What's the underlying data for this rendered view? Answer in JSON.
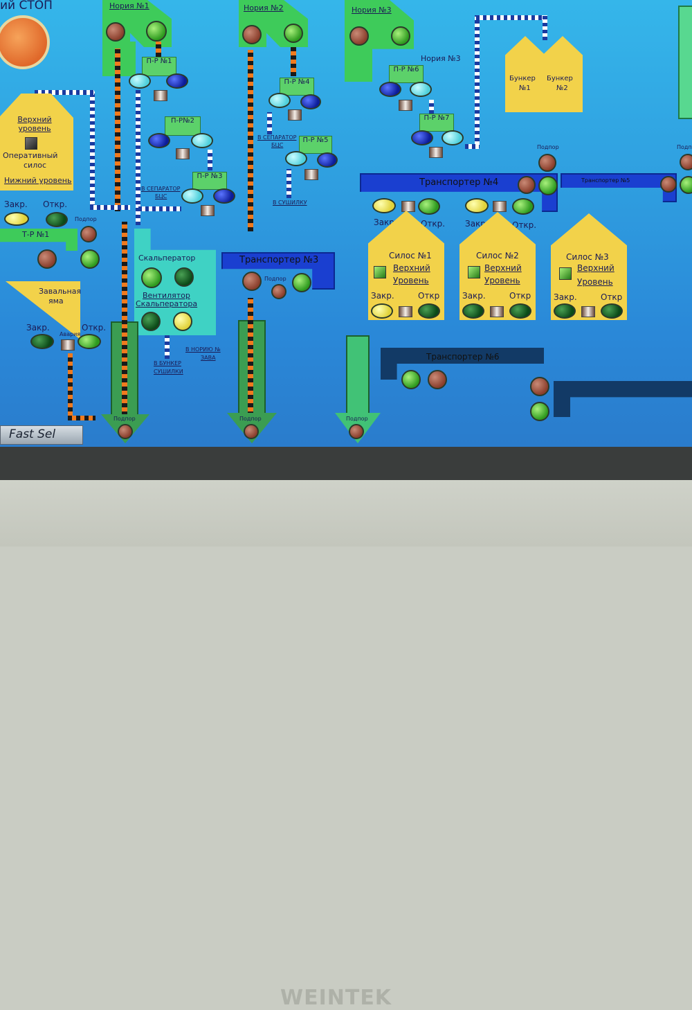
{
  "screen": {
    "stop_label": "ий СТОП",
    "fast_sel": "Fast Sel",
    "brand": "WEINTEK"
  },
  "elevators": {
    "n1": "Нория №1",
    "n2": "Нория №2",
    "n3": "Нория №3",
    "n3b": "Нория №3"
  },
  "distributors": {
    "p1": "П-Р №1",
    "p2": "П-Р№2",
    "p3": "П-Р №3",
    "p4": "П-Р №4",
    "p5": "П-Р №5",
    "p6": "П-Р №6",
    "p7": "П-Р №7"
  },
  "silo_left": {
    "upper": "Верхний уровень",
    "operative_1": "Оперативный",
    "operative_2": "силос",
    "lower": "Нижний уровень",
    "close": "Закр.",
    "open": "Откр."
  },
  "tr1": {
    "label": "Т-Р №1",
    "podpor": "Подпор"
  },
  "pit": {
    "label_1": "Завальная",
    "label_2": "яма",
    "close": "Закр.",
    "open": "Откр.",
    "alarm": "Авария"
  },
  "separator": {
    "label": "Скальператор",
    "fan_1": "Вентилятор",
    "fan_2": "Скальператора"
  },
  "routes": {
    "to_separator_1": "В СЕПАРАТОР",
    "to_separator_1b": "БЦС",
    "to_separator_2": "В СЕПАРАТОР",
    "to_separator_2b": "БЦС",
    "to_dryer": "В СУШИЛКУ",
    "to_bunker_1": "В БУНКЕР",
    "to_bunker_2": "СУШИЛКИ",
    "to_elevator_1": "В НОРИЮ №",
    "to_elevator_2": "ЗАВА"
  },
  "transporters": {
    "t3": "Транспортер №3",
    "t4": "Транспортер №4",
    "t5": "Транспортер №5",
    "t6": "Транспортер №6",
    "podpor": "Подпор"
  },
  "bunkers": {
    "b1_1": "Бункер",
    "b1_2": "№1",
    "b2_1": "Бункер",
    "b2_2": "№2"
  },
  "silos": [
    {
      "name": "Силос №1",
      "level_1": "Верхний",
      "level_2": "Уровень",
      "close": "Закр.",
      "open": "Откр"
    },
    {
      "name": "Силос №2",
      "level_1": "Верхний",
      "level_2": "Уровень",
      "close": "Закр.",
      "open": "Откр"
    },
    {
      "name": "Силос №3",
      "level_1": "Верхний",
      "level_2": "Уровень",
      "close": "Закр.",
      "open": "Откр"
    }
  ],
  "t4_gates": {
    "close_1": "Закр.",
    "open_1": "Откр.",
    "close_2": "Закр.",
    "open_2": "Откр."
  },
  "podpor": "Подпор",
  "colors": {
    "screen_blue": "#2f9fe0",
    "silo_yellow": "#f2d24a",
    "lamp_green": "#2d9a1e",
    "lamp_red": "#8a3e2c"
  }
}
